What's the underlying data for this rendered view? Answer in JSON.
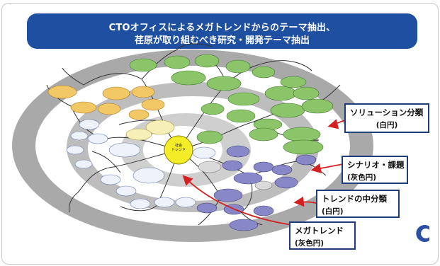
{
  "title": {
    "line1": "CTOオフィスによるメガトレンドからのテーマ抽出、",
    "line2": "荏原が取り組むべき研究・開発テーマ抽出"
  },
  "center_node": {
    "label": "社会\nトレンド"
  },
  "callouts": [
    {
      "title": "ソリューション分類",
      "sub": "(白円)"
    },
    {
      "title": "シナリオ・課題",
      "sub": "(灰色円)"
    },
    {
      "title": "トレンドの中分類",
      "sub": "(白円)"
    },
    {
      "title": "メガトレンド",
      "sub": "(灰色円)"
    }
  ],
  "colors": {
    "banner": "#1e4fa0",
    "callout_border": "#1f3d78",
    "arrow": "#d42020",
    "green_node": "#8cc46a",
    "orange_node": "#f2c766",
    "purple_node": "#8888c8",
    "yellow_core": "#f5ec28",
    "ring_dark": "#a9a9a9",
    "ring_light": "#cfcfcf",
    "logo": "#2a4fa0"
  },
  "icons": {
    "logo": "crescent-logo-icon"
  }
}
